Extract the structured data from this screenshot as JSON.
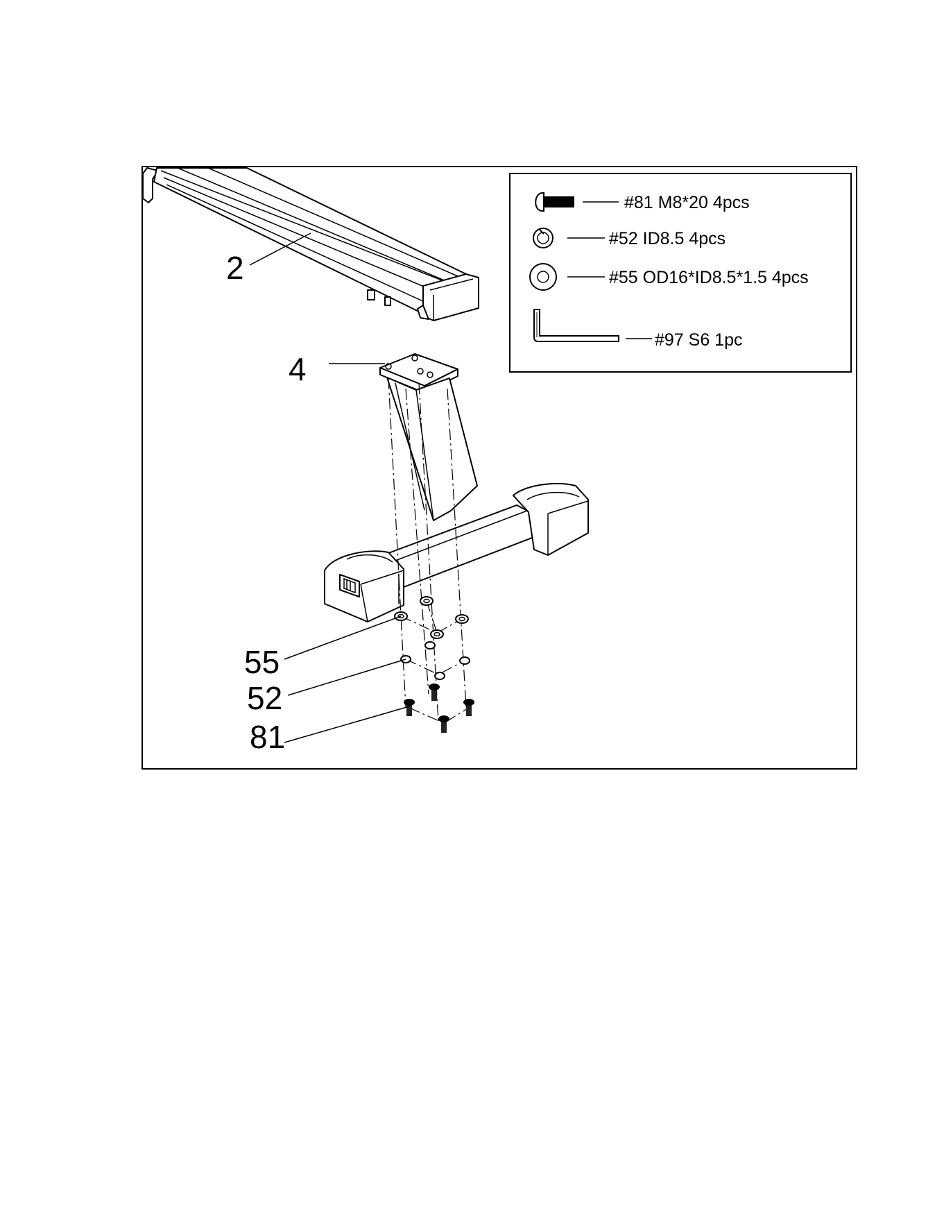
{
  "callouts": {
    "rail": "2",
    "stabilizer": "4",
    "washer": "55",
    "spring_washer": "52",
    "bolt": "81"
  },
  "hardware": [
    {
      "icon": "bolt-icon",
      "text": "#81 M8*20  4pcs"
    },
    {
      "icon": "spring-washer-icon",
      "text": "#52 ID8.5  4pcs"
    },
    {
      "icon": "flat-washer-icon",
      "text": "#55 OD16*ID8.5*1.5  4pcs"
    },
    {
      "icon": "allen-key-icon",
      "text": "#97   S6  1pc"
    }
  ]
}
